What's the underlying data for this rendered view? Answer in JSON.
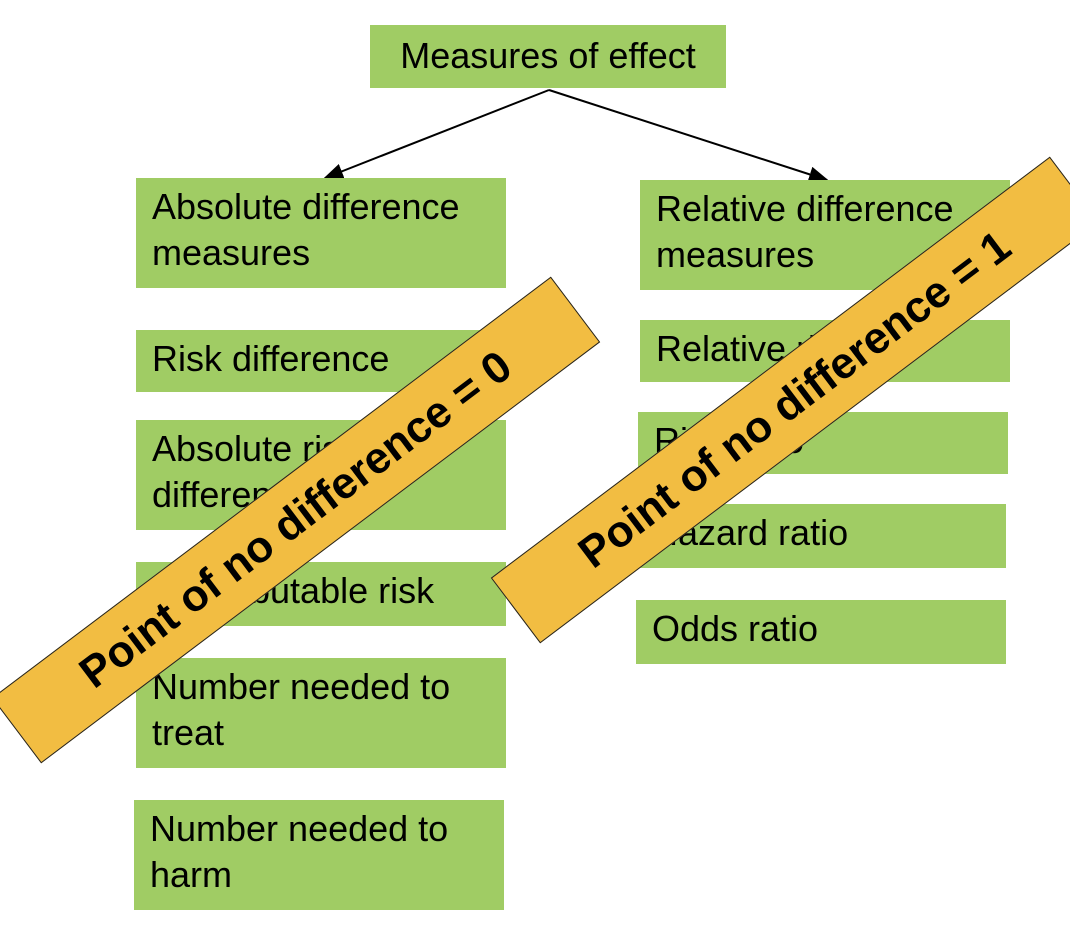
{
  "root": {
    "label": "Measures of effect"
  },
  "absolute": {
    "header": "Absolute difference\nmeasures",
    "items": [
      "Risk difference",
      "Absolute risk\ndifference",
      "Attributable risk",
      "Number needed to\ntreat",
      "Number needed to\nharm"
    ]
  },
  "relative": {
    "header": "Relative difference\nmeasures",
    "items": [
      "Relative risk",
      "Risk ratio",
      "Hazard ratio",
      "Odds ratio"
    ]
  },
  "banners": {
    "absolute": "Point of no difference = 0",
    "relative": "Point of no difference = 1"
  },
  "colors": {
    "box_fill": "#a0cc64",
    "banner_fill": "#f2bd42",
    "arrow": "#000000"
  }
}
